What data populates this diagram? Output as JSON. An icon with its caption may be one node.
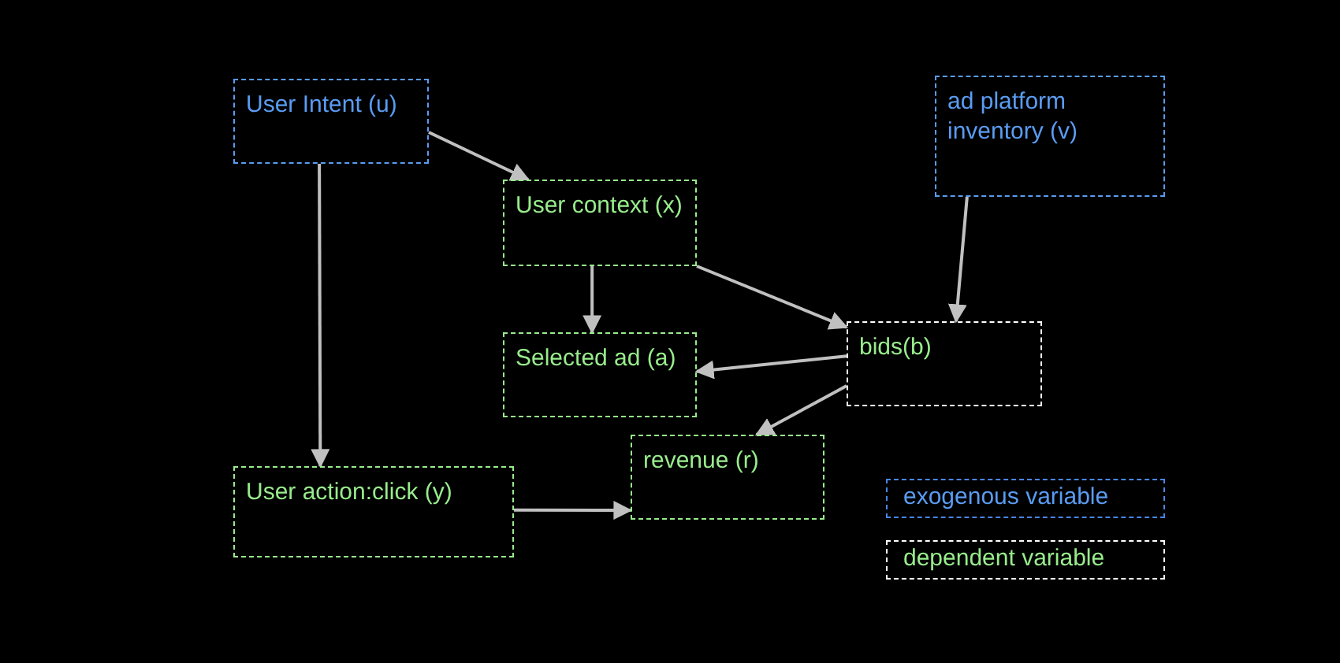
{
  "diagram": {
    "nodes": [
      {
        "text": [
          "User Intent (u)"
        ]
      },
      {
        "text": [
          "ad platform inventory (v)"
        ]
      },
      {
        "text": [
          "User context (x)"
        ]
      },
      {
        "text": [
          "bids(b)"
        ]
      },
      {
        "text": [
          "Selected ad (a)"
        ]
      },
      {
        "text": [
          "revenue (r)"
        ]
      },
      {
        "text": [
          "User action:click (y)"
        ]
      }
    ],
    "edges": [
      {
        "from": 0,
        "to": 2,
        "arrow": "to"
      },
      {
        "from": 0,
        "to": 6,
        "arrow": "to"
      },
      {
        "from": 2,
        "to": 4,
        "arrow": "to"
      },
      {
        "from": 2,
        "to": 3,
        "arrow": "to"
      },
      {
        "from": 1,
        "to": 3,
        "arrow": "to"
      },
      {
        "from": 3,
        "to": 4,
        "arrow": "to"
      },
      {
        "from": 3,
        "to": 5,
        "arrow": "to"
      },
      {
        "from": 6,
        "to": 5,
        "arrow": "to"
      }
    ],
    "legend": [
      {
        "text": "exogenous variable",
        "color": "#4a86e8"
      },
      {
        "text": "dependent variable",
        "color": "#ffffff"
      }
    ]
  }
}
